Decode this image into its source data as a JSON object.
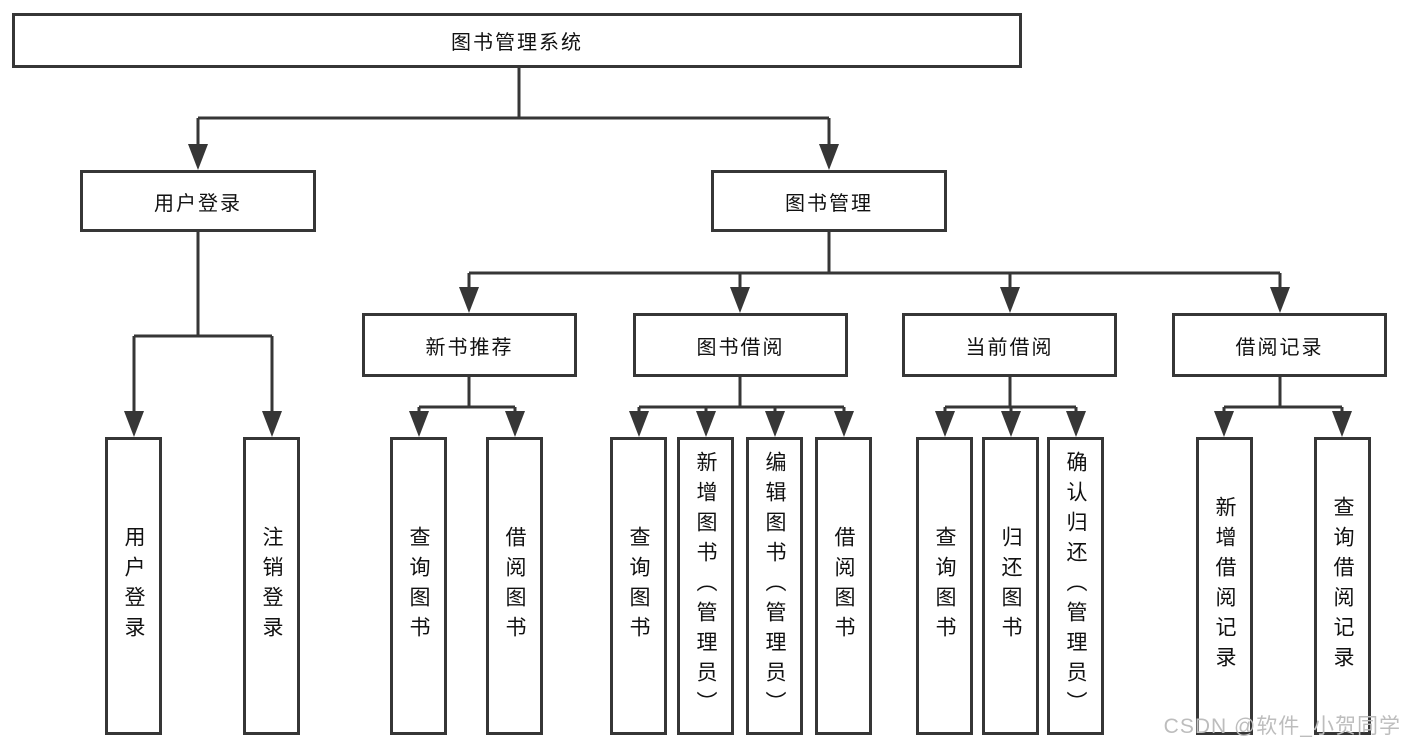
{
  "diagram": {
    "root": {
      "label": "图书管理系统"
    },
    "level2": [
      {
        "label": "用户登录"
      },
      {
        "label": "图书管理"
      }
    ],
    "level3": [
      {
        "label": "新书推荐"
      },
      {
        "label": "图书借阅"
      },
      {
        "label": "当前借阅"
      },
      {
        "label": "借阅记录"
      }
    ],
    "leaves": [
      {
        "label": "用户登录"
      },
      {
        "label": "注销登录"
      },
      {
        "label": "查询图书"
      },
      {
        "label": "借阅图书"
      },
      {
        "label": "查询图书"
      },
      {
        "label": "新增图书（管理员）"
      },
      {
        "label": "编辑图书（管理员）"
      },
      {
        "label": "借阅图书"
      },
      {
        "label": "查询图书"
      },
      {
        "label": "归还图书"
      },
      {
        "label": "确认归还（管理员）"
      },
      {
        "label": "新增借阅记录"
      },
      {
        "label": "查询借阅记录"
      }
    ]
  },
  "watermark": "CSDN @软件_小贺同学",
  "colors": {
    "line": "#363636",
    "text": "#111111",
    "watermark": "#bdbdbd",
    "background": "#ffffff"
  }
}
